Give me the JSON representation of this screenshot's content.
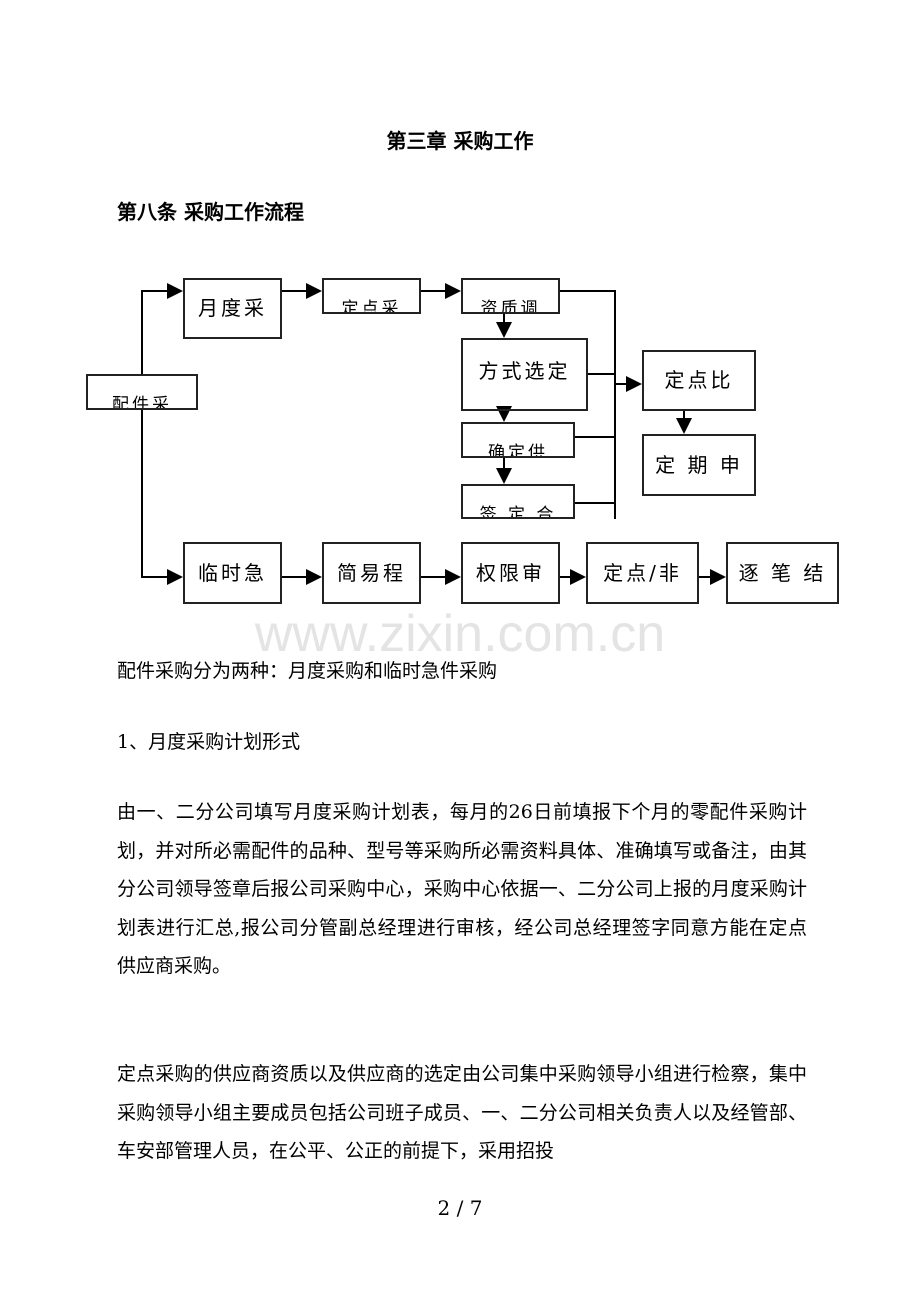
{
  "chapter_title": "第三章 采购工作",
  "article_title": "第八条 采购工作流程",
  "flowchart": {
    "root": "配件采",
    "monthly": "月度采",
    "fixed_point": "定点采",
    "qualification": "资质调",
    "method": "方式选定",
    "confirm_supplier": "确定供",
    "sign_contract": "签 定 合",
    "compare": "定点比",
    "periodic": "定 期 申",
    "urgent": "临时急",
    "simple": "简易程",
    "authority": "权限审",
    "fixed_nonfixed": "定点/非",
    "settle": "逐 笔 结"
  },
  "watermark": "www.zixin.com.cn",
  "paragraphs": [
    "配件采购分为两种：月度采购和临时急件采购",
    "1、月度采购计划形式",
    "由一、二分公司填写月度采购计划表，每月的26日前填报下个月的零配件采购计划，并对所必需配件的品种、型号等采购所必需资料具体、准确填写或备注，由其分公司领导签章后报公司采购中心，采购中心依据一、二分公司上报的月度采购计划表进行汇总,报公司分管副总经理进行审核，经公司总经理签字同意方能在定点供应商采购。",
    "定点采购的供应商资质以及供应商的选定由公司集中采购领导小组进行检察，集中采购领导小组主要成员包括公司班子成员、一、二分公司相关负责人以及经管部、车安部管理人员，在公平、公正的前提下，采用招投"
  ],
  "page_number": "2 / 7"
}
